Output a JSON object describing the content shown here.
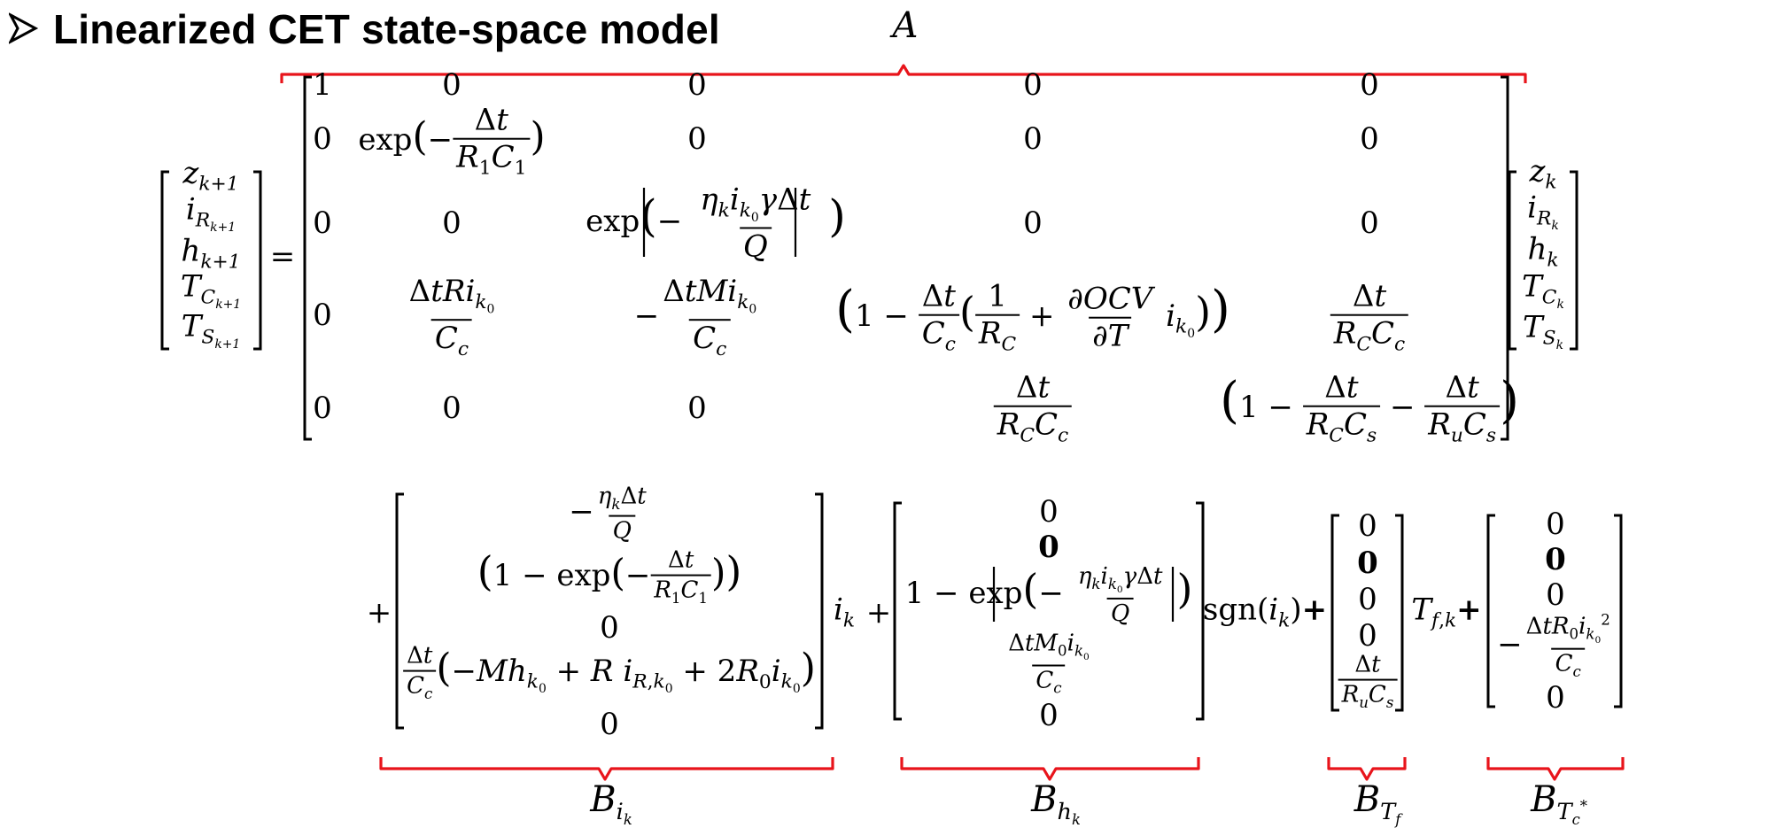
{
  "title": "Linearized CET state-space model",
  "label_A": "A",
  "label_Bik": "B_{i_k}",
  "label_Bhk": "B_{h_k}",
  "label_BTf": "B_{T_f}",
  "label_BTc": "B_{T_c^*}",
  "accent_color": "#e8141b",
  "state_next": [
    "z_{k+1}",
    "i_{R_{k+1}}",
    "h_{k+1}",
    "T_{C_{k+1}}",
    "T_{S_{k+1}}"
  ],
  "state_now": [
    "z_k",
    "i_{R_k}",
    "h_k",
    "T_{C_k}",
    "T_{S_k}"
  ],
  "zero": "0",
  "one": "1",
  "equals": "=",
  "plus": "+",
  "mult_ik": "i_k",
  "mult_sgn": "sgn(i_k)",
  "mult_Tf": "T_{f,k}",
  "icons": [
    "bullet-arrow-icon"
  ]
}
